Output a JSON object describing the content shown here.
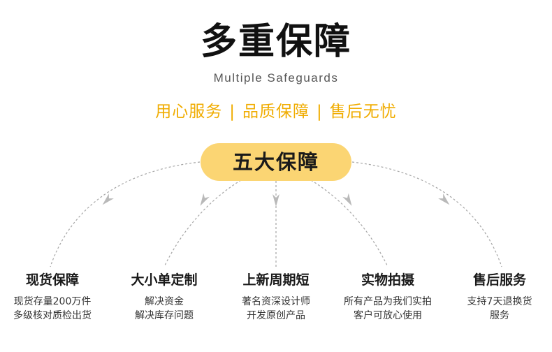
{
  "title": "多重保障",
  "subtitle": "Multiple Safeguards",
  "tagline": [
    "用心服务",
    "品质保障",
    "售后无忧"
  ],
  "tagline_separator": "|",
  "center_label": "五大保障",
  "colors": {
    "accent": "#f0ac00",
    "pill": "#fbd573",
    "arrow": "#b9b9b9",
    "curve": "#a6a6a6"
  },
  "items": [
    {
      "title": "现货保障",
      "lines": [
        "现货存量200万件",
        "多级核对质检出货"
      ]
    },
    {
      "title": "大小单定制",
      "lines": [
        "解决资金",
        "解决库存问题"
      ]
    },
    {
      "title": "上新周期短",
      "lines": [
        "著名资深设计师",
        "开发原创产品"
      ]
    },
    {
      "title": "实物拍摄",
      "lines": [
        "所有产品为我们实拍",
        "客户可放心使用"
      ]
    },
    {
      "title": "售后服务",
      "lines": [
        "支持7天退换货",
        "服务"
      ]
    }
  ]
}
